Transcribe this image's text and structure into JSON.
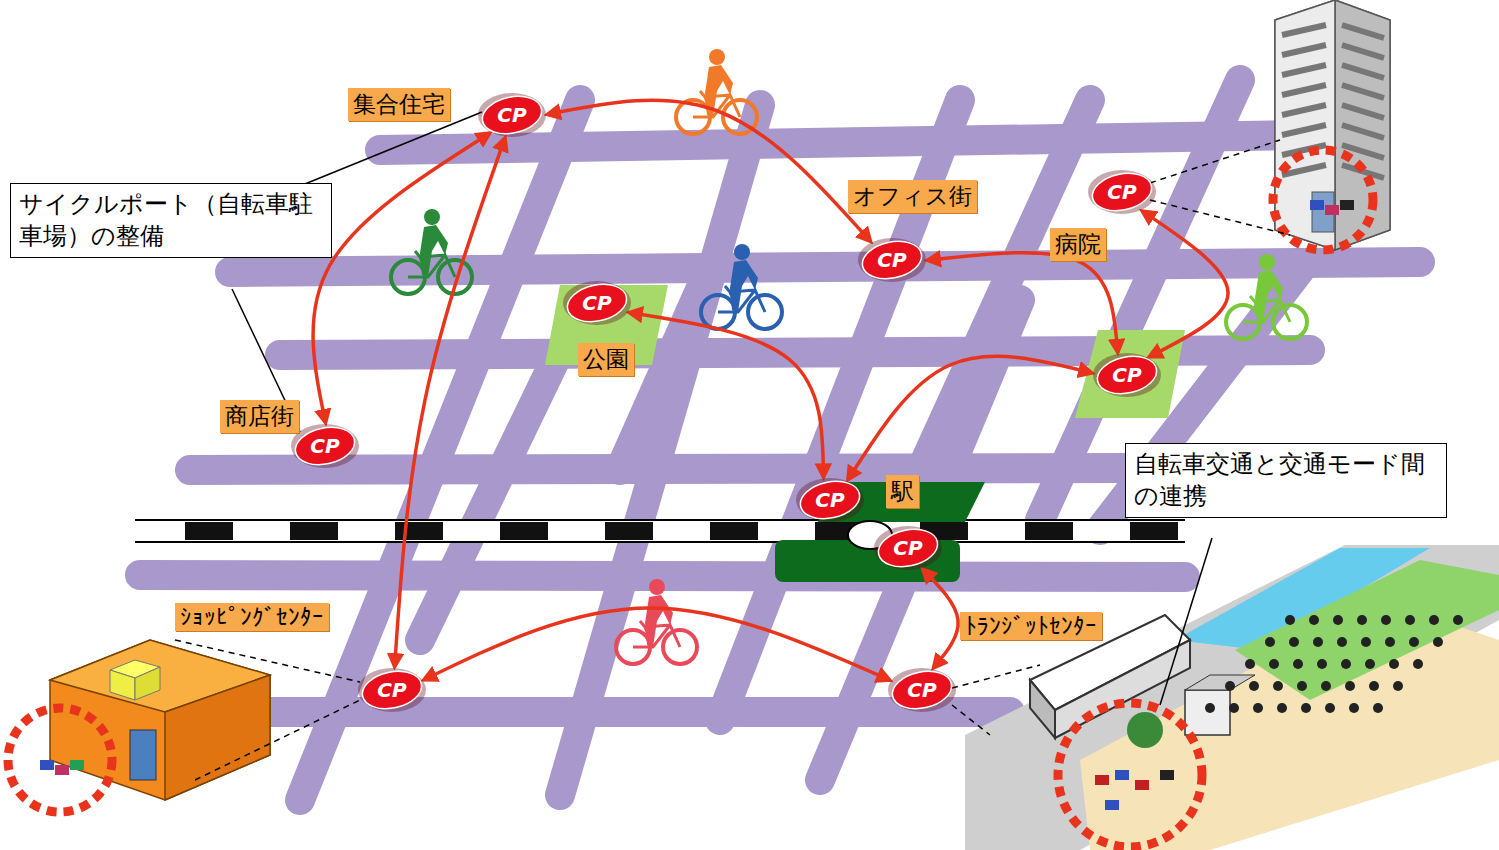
{
  "diagram": {
    "nodes": [
      {
        "text": [
          "集合住宅",
          "CP"
        ]
      },
      {
        "text": [
          "オフィス街",
          "CP"
        ]
      },
      {
        "text": [
          "病院",
          "CP"
        ]
      },
      {
        "text": [
          "公園",
          "CP"
        ]
      },
      {
        "text": [
          "CP"
        ]
      },
      {
        "text": [
          "商店街",
          "CP"
        ]
      },
      {
        "text": [
          "駅",
          "CP"
        ]
      },
      {
        "text": [
          "CP"
        ]
      },
      {
        "text": [
          "ｼｮｯﾋﾟﾝｸﾞｾﾝﾀｰ",
          "CP"
        ]
      },
      {
        "text": [
          "ﾄﾗﾝｼﾞｯﾄｾﾝﾀｰ",
          "CP"
        ]
      }
    ],
    "edges": [
      {
        "from": 0,
        "to": 1,
        "arrow": "both"
      },
      {
        "from": 0,
        "to": 5,
        "arrow": "both"
      },
      {
        "from": 0,
        "to": 8,
        "arrow": "both"
      },
      {
        "from": 3,
        "to": 6,
        "arrow": "both"
      },
      {
        "from": 1,
        "to": 4,
        "arrow": "both"
      },
      {
        "from": 2,
        "to": 4,
        "arrow": "both"
      },
      {
        "from": 4,
        "to": 6,
        "arrow": "both"
      },
      {
        "from": 8,
        "to": 9,
        "arrow": "both"
      },
      {
        "from": 7,
        "to": 9,
        "arrow": "both"
      }
    ],
    "labels": [
      "サイクルポート（自転車駐車場）の整備",
      "自転車交通と交通モード間の連携"
    ]
  }
}
